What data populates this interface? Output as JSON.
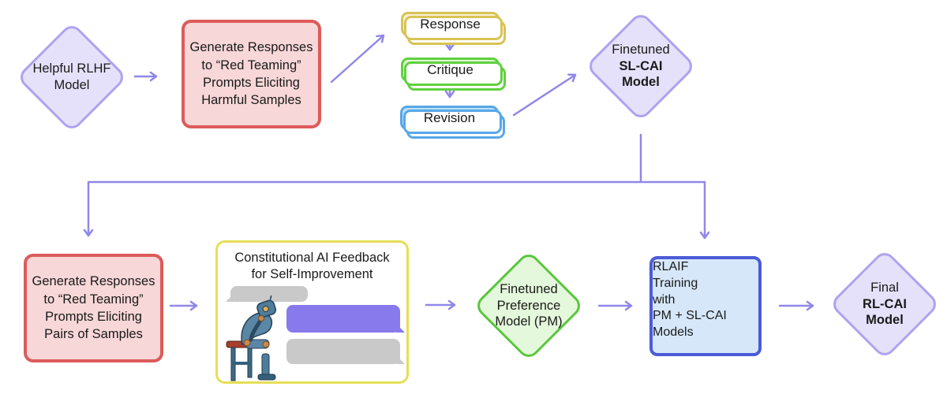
{
  "palette": {
    "arrow": "#9087E9",
    "purple_diamond_border": "#AEA2F0",
    "purple_diamond_fill": "#E6E1FA",
    "red_box_border": "#DD5B5B",
    "red_box_fill": "#F7D7D7",
    "yellow_card_border": "#D8C355",
    "yellow_card_fill": "#FAF0D2",
    "green_card_border": "#5FD13F",
    "green_card_fill": "#DFF8D2",
    "blue_card_border": "#58A7E8",
    "blue_card_fill": "#BFE0F8",
    "green_diamond_border": "#58C73C",
    "green_diamond_fill": "#E4F8DB",
    "blue_box_border": "#4C5BD8",
    "blue_box_fill": "#D6E7F9",
    "yellow_panel_border": "#E6DF55",
    "purple_bubble": "#8879EC",
    "gray_bubble": "#C9C9C9",
    "text": "#1A1A1A"
  },
  "nodes": {
    "helpful_rlhf": {
      "lines": [
        "Helpful RLHF",
        "Model"
      ]
    },
    "generate_harmful": {
      "lines": [
        "Generate Responses",
        "to “Red Teaming”",
        "Prompts Eliciting",
        "Harmful Samples"
      ]
    },
    "response": {
      "label": "Response"
    },
    "critique": {
      "label": "Critique"
    },
    "revision": {
      "label": "Revision"
    },
    "sl_cai": {
      "lines": [
        "Finetuned",
        "SL-CAI",
        "Model"
      ]
    },
    "generate_pairs": {
      "lines": [
        "Generate Responses",
        "to “Red Teaming”",
        "Prompts Eliciting",
        "Pairs of Samples"
      ]
    },
    "cai_feedback": {
      "title": [
        "Constitutional AI Feedback",
        "for Self-Improvement"
      ]
    },
    "preference_model": {
      "lines": [
        "Finetuned",
        "Preference",
        "Model (PM)"
      ]
    },
    "rlaif": {
      "lines": [
        "RLAIF",
        "Training",
        "with",
        "PM + SL-CAI",
        "Models"
      ]
    },
    "final_rl_cai": {
      "lines": [
        "Final",
        "RL-CAI",
        "Model"
      ]
    }
  }
}
